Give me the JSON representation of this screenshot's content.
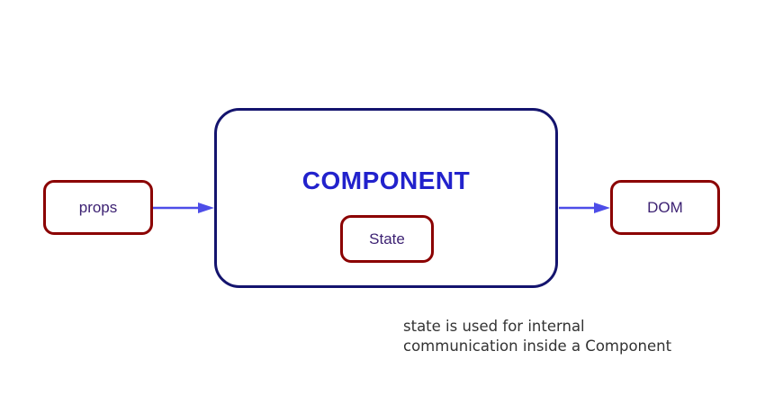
{
  "colors": {
    "background": "#ffffff",
    "node_border_red": "#8b0000",
    "component_border": "#14146e",
    "component_title": "#2222cc",
    "node_label": "#3d2273",
    "arrow": "#4d4de8",
    "caption_text": "#333333"
  },
  "diagram": {
    "nodes": {
      "props": {
        "label": "props"
      },
      "component": {
        "label": "COMPONENT"
      },
      "state": {
        "label": "State"
      },
      "dom": {
        "label": "DOM"
      }
    },
    "arrows": [
      {
        "name": "props-to-component",
        "from": "props",
        "to": "component"
      },
      {
        "name": "component-to-dom",
        "from": "component",
        "to": "dom"
      }
    ],
    "caption": "state is used for internal\ncommunication inside a Component"
  }
}
